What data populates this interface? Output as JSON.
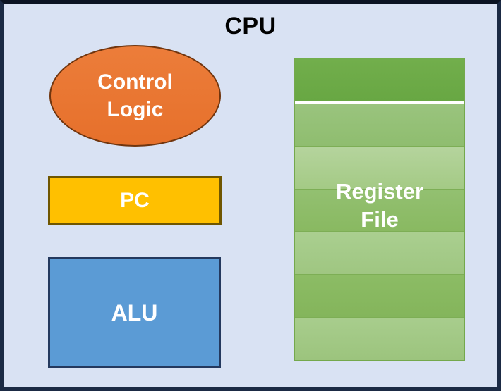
{
  "title": {
    "text": "CPU"
  },
  "canvas": {
    "background": "#d9e2f3",
    "frame_border": "#1b2a44"
  },
  "nodes": {
    "control_logic": {
      "label": "Control Logic",
      "shape": "ellipse",
      "fill": "#e8742f",
      "border": "#70350e",
      "text_color": "#ffffff"
    },
    "pc": {
      "label": "PC",
      "shape": "rectangle",
      "fill": "#ffc000",
      "border": "#6f5600",
      "text_color": "#ffffff"
    },
    "alu": {
      "label": "ALU",
      "shape": "rectangle",
      "fill": "#5b9bd5",
      "border": "#24395e",
      "text_color": "#ffffff"
    },
    "register_file": {
      "label": "Register File",
      "shape": "stacked-rows",
      "row_count": 7,
      "text_color": "#ffffff",
      "row_border": "#7dae55",
      "header_separator": "#ffffff",
      "rows": [
        {
          "name": "header-row",
          "top": "#72ae4c",
          "bottom": "#68a743"
        },
        {
          "name": "row-2",
          "top": "#9ac47e",
          "bottom": "#8fbd6f"
        },
        {
          "name": "row-3",
          "top": "#b5d49d",
          "bottom": "#a4ca85"
        },
        {
          "name": "row-4",
          "top": "#93c071",
          "bottom": "#89b961"
        },
        {
          "name": "row-5",
          "top": "#aacf90",
          "bottom": "#9fc681"
        },
        {
          "name": "row-6",
          "top": "#8cbc65",
          "bottom": "#84b55b"
        },
        {
          "name": "row-7",
          "top": "#a8cd8d",
          "bottom": "#9cc47d"
        }
      ]
    }
  }
}
